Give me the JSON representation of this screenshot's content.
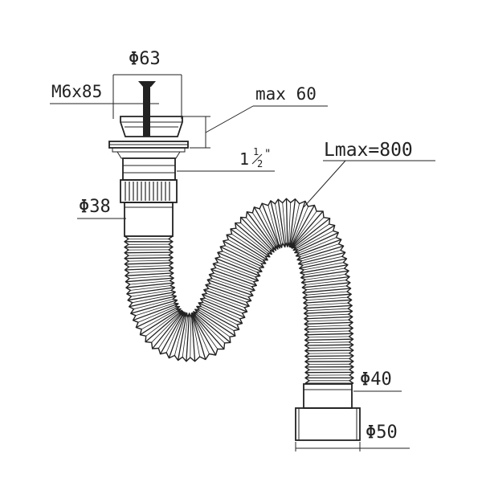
{
  "labels": {
    "strainer_diameter": "Φ63",
    "screw_size": "M6x85",
    "max_thickness": "max 60",
    "thread_whole": "1",
    "thread_fraction_num": "1",
    "thread_fraction_den": "2",
    "thread_inch_mark": "\"",
    "trap_diameter": "Φ38",
    "hose_length": "Lmax=800",
    "outlet_inner_diameter": "Φ40",
    "outlet_outer_diameter": "Φ50"
  },
  "colors": {
    "ink": "#222222",
    "background": "#ffffff"
  }
}
